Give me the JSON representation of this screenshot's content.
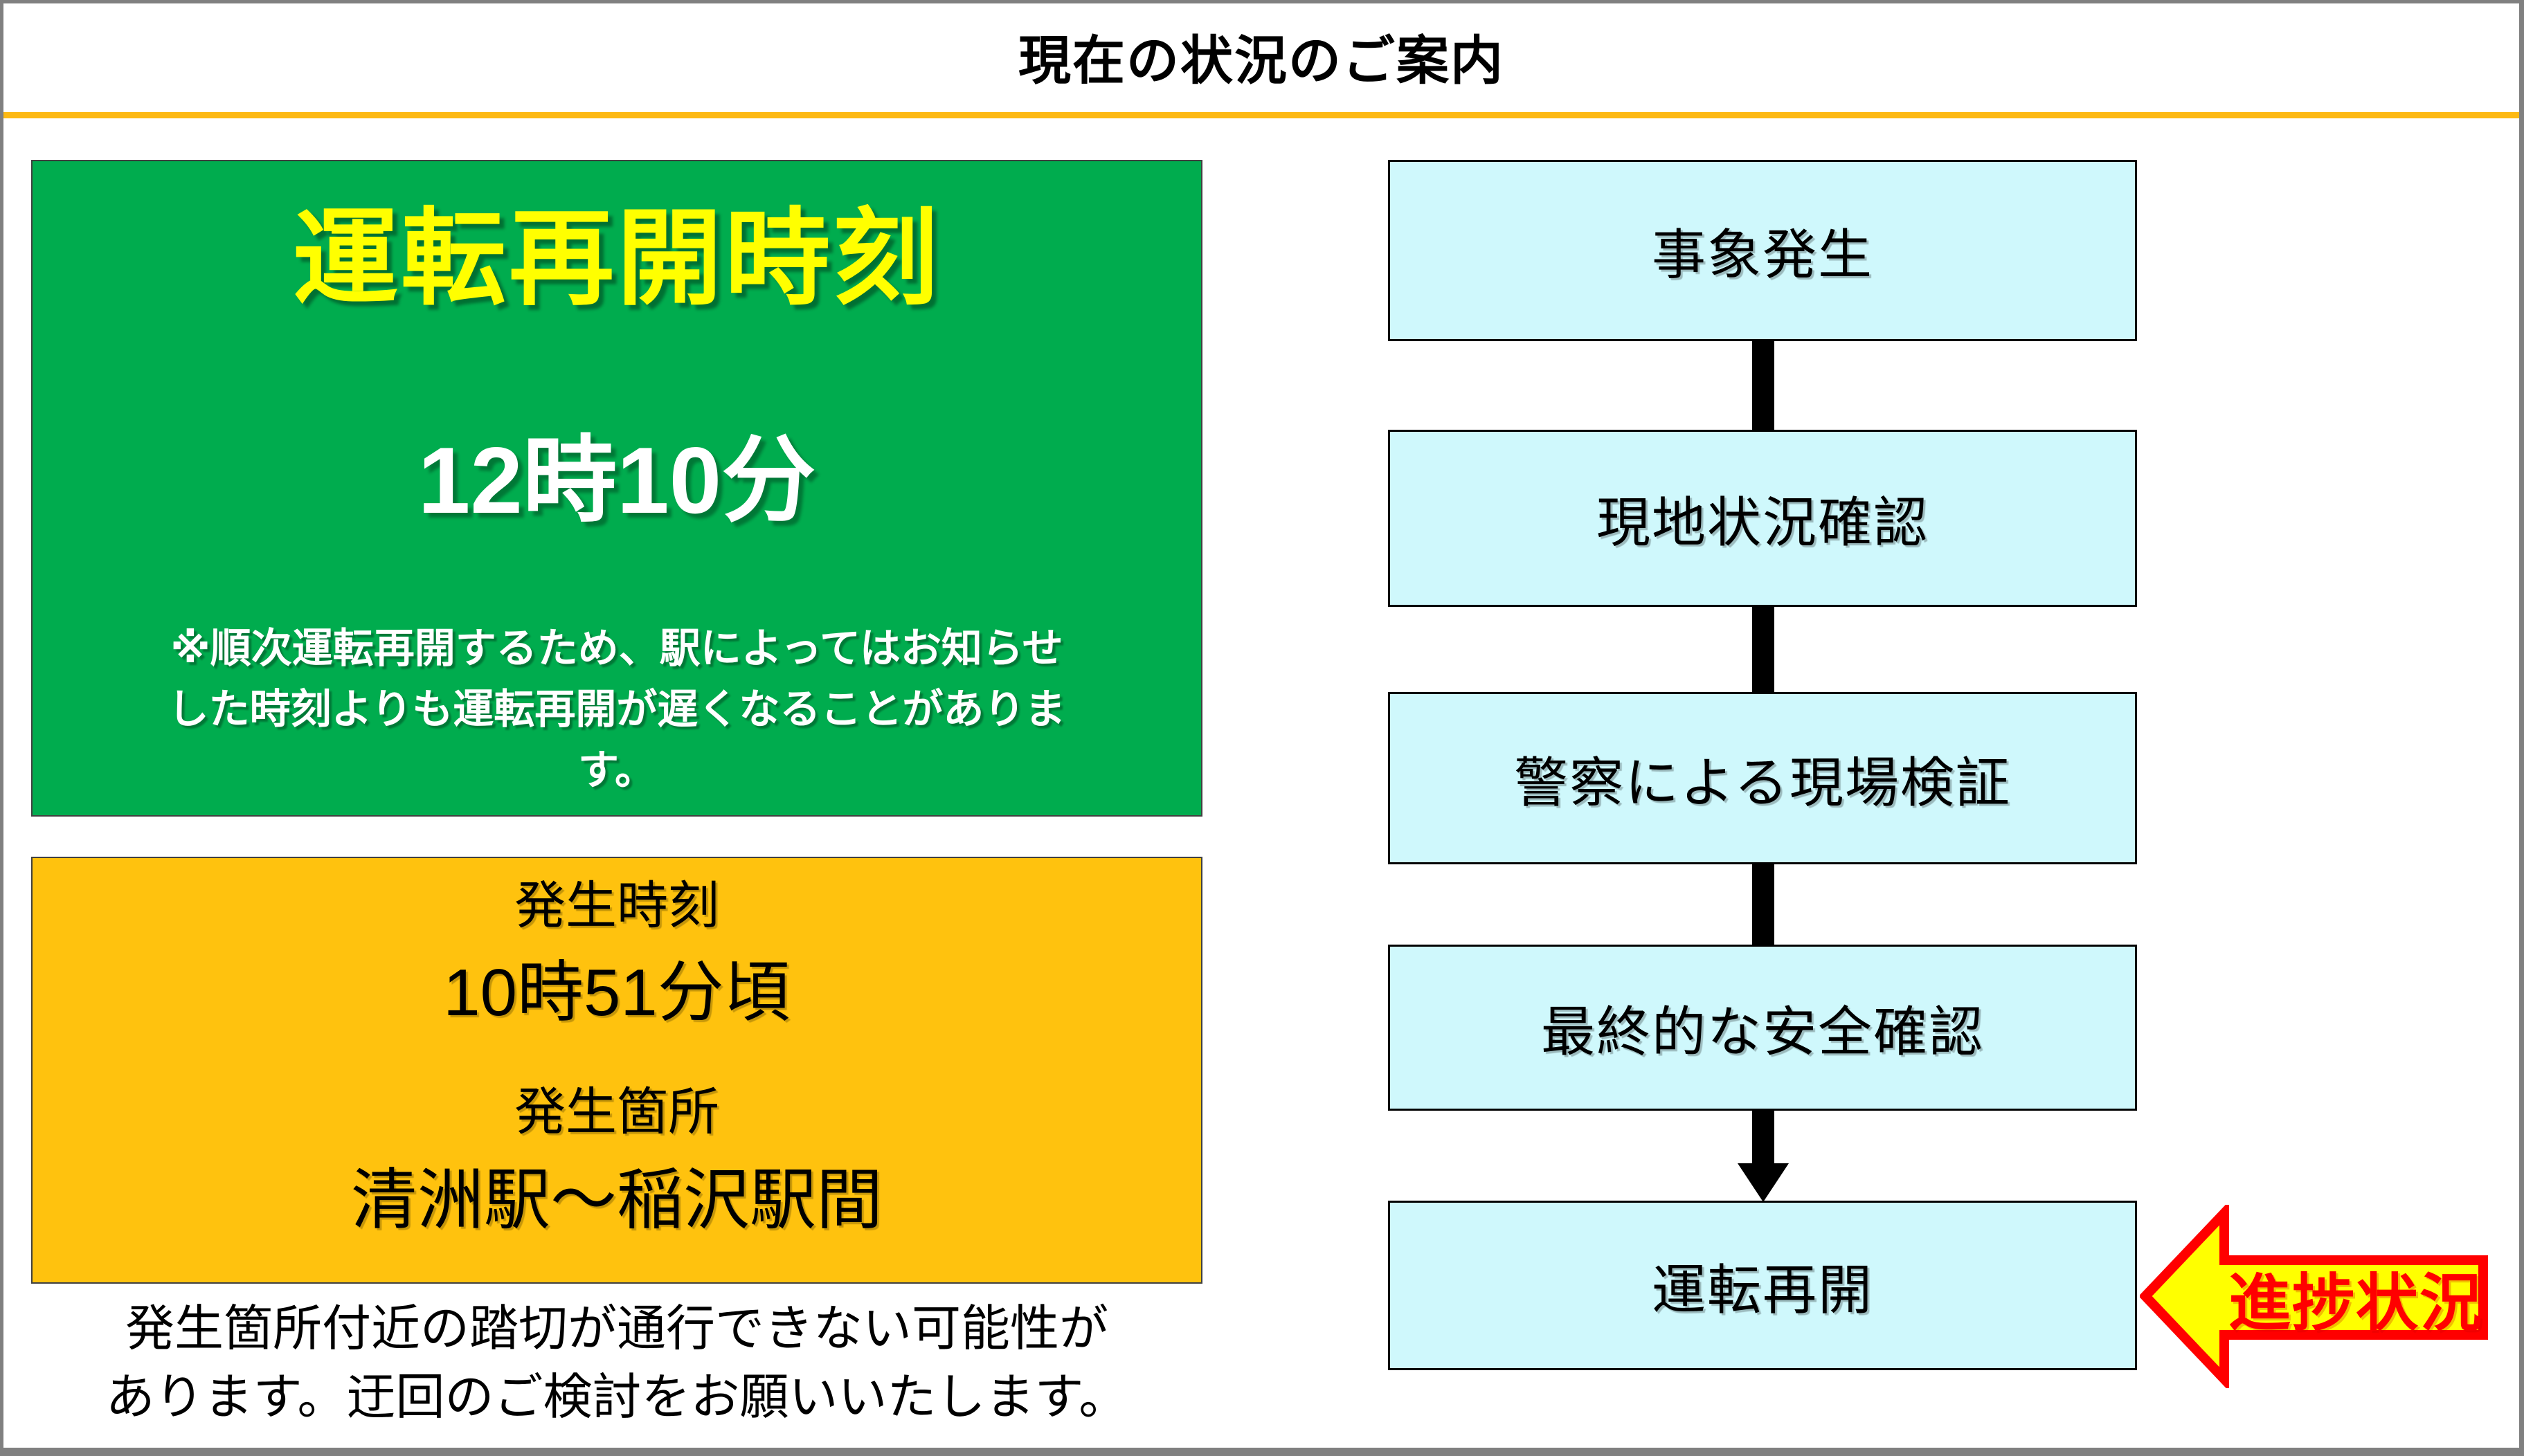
{
  "header": {
    "title": "現在の状況のご案内"
  },
  "resume_panel": {
    "heading": "運転再開時刻",
    "time": "12時10分",
    "note_lines": [
      "※順次運転再開するため、駅によってはお知らせ",
      "した時刻よりも運転再開が遅くなることがありま",
      "す。"
    ]
  },
  "incident_panel": {
    "time_label": "発生時刻",
    "time_value": "10時51分頃",
    "location_label": "発生箇所",
    "location_value": "清洲駅～稲沢駅間"
  },
  "caution": {
    "lines": [
      "発生箇所付近の踏切が通行できない可能性が",
      "あります。迂回のご検討をお願いいたします。"
    ]
  },
  "flowchart": {
    "steps": [
      "事象発生",
      "現地状況確認",
      "警察による現場検証",
      "最終的な安全確認",
      "運転再開"
    ]
  },
  "progress_marker": {
    "label": "進捗状況"
  },
  "colors": {
    "frame": "#808080",
    "title_text": "#000000",
    "rule": "#FDB913",
    "green_bg": "#00AC4E",
    "green_heading": "#FFFF00",
    "green_text": "#FFFFFF",
    "orange_bg": "#FFC20E",
    "panel_border": "#404040",
    "flow_box_bg": "#CFF8FC",
    "flow_box_border": "#000000",
    "flow_connector": "#000000",
    "marker_fill": "#FFFF00",
    "marker_stroke": "#FF0000",
    "marker_text": "#FF0000",
    "body_text": "#000000"
  }
}
